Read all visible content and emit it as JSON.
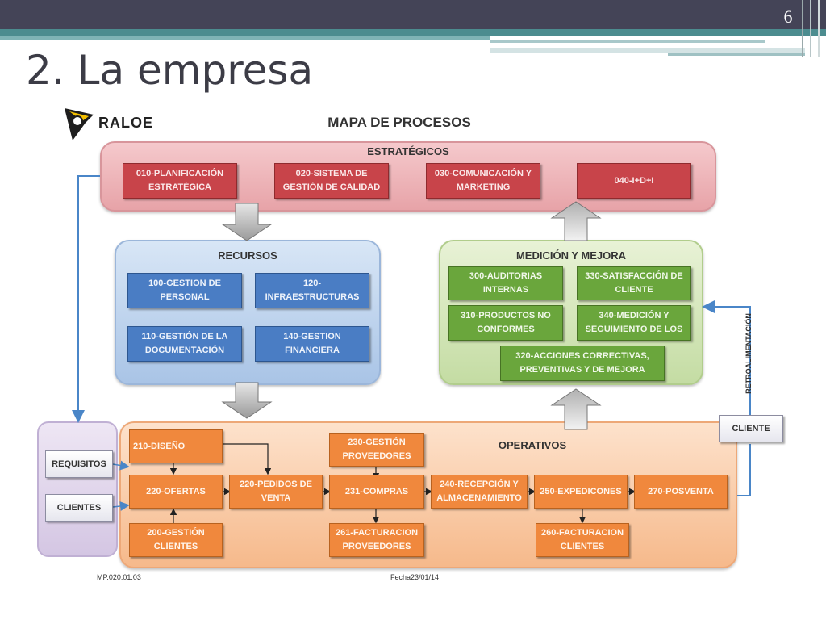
{
  "slide": {
    "page_number": "6",
    "title": "2. La empresa"
  },
  "logo": {
    "text": "RALOE"
  },
  "map": {
    "title": "MAPA DE PROCESOS"
  },
  "strategic": {
    "title": "ESTRATÉGICOS",
    "items": [
      "010-PLANIFICACIÓN ESTRATÉGICA",
      "020-SISTEMA DE GESTIÓN DE CALIDAD",
      "030-COMUNICACIÓN Y MARKETING",
      "040-I+D+I"
    ]
  },
  "resources": {
    "title": "RECURSOS",
    "items": [
      "100-GESTION DE PERSONAL",
      "120-INFRAESTRUCTURAS",
      "110-GESTIÓN DE LA DOCUMENTACIÓN",
      "140-GESTION FINANCIERA"
    ]
  },
  "measure": {
    "title": "MEDICIÓN Y MEJORA",
    "items": [
      "300-AUDITORIAS INTERNAS",
      "330-SATISFACCIÓN DE CLIENTE",
      "310-PRODUCTOS NO CONFORMES",
      "340-MEDICIÓN Y SEGUIMIENTO DE LOS",
      "320-ACCIONES CORRECTIVAS, PREVENTIVAS Y DE MEJORA"
    ]
  },
  "operative": {
    "title": "OPERATIVOS",
    "diseno": "210-DISEÑO",
    "ofertas": "220-OFERTAS",
    "gestion_clientes": "200-GESTIÓN CLIENTES",
    "pedidos": "220-PEDIDOS DE VENTA",
    "gestion_proveedores": "230-GESTIÓN PROVEEDORES",
    "compras": "231-COMPRAS",
    "facturacion_proveedores": "261-FACTURACION PROVEEDORES",
    "recepcion": "240-RECEPCIÓN Y ALMACENAMIENTO",
    "expediciones": "250-EXPEDICONES",
    "facturacion_clientes": "260-FACTURACION CLIENTES",
    "posventa": "270-POSVENTA"
  },
  "inputs": {
    "requisitos": "REQUISITOS",
    "clientes": "CLIENTES"
  },
  "output": {
    "cliente": "CLIENTE",
    "feedback": "RETROALIMENTACIÓN"
  },
  "footer": {
    "code": "MP.020.01.03",
    "date": "Fecha23/01/14"
  },
  "colors": {
    "strategic": "#c8444a",
    "resources": "#4a7dc4",
    "measure": "#6aa63c",
    "operative": "#f0883d",
    "arrow": "#4a86c8"
  }
}
